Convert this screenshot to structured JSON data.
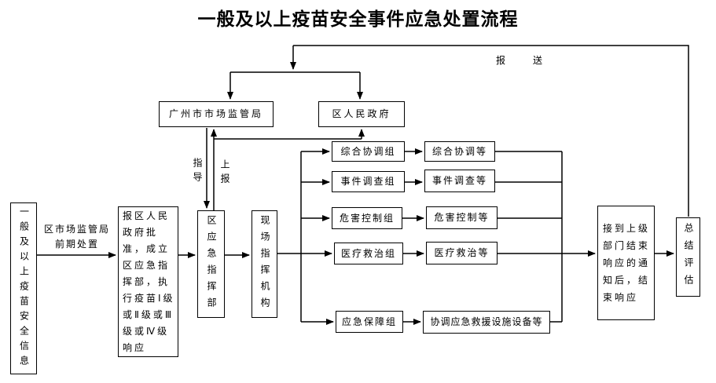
{
  "title": "一般及以上疫苗安全事件应急处置流程",
  "colors": {
    "line": "#000000",
    "background": "#ffffff",
    "text": "#000000"
  },
  "labels": {
    "baosong": "报送",
    "zhidao": "指导",
    "shangbao": "上报",
    "early_line1": "区市场监管局",
    "early_line2": "前期处置"
  },
  "nodes": {
    "info": "一般及以上疫苗安全信息",
    "city_bureau": "广州市市场监管局",
    "district_gov": "区人民政府",
    "approve": "报区人民政府批准，成立区应急指挥部，执行疫苗Ⅰ级或Ⅱ级或Ⅲ级或Ⅳ级响应",
    "district_cmd": "区应急指挥部",
    "scene_cmd": "现场指挥机构",
    "groups": [
      {
        "name": "综合协调组",
        "task": "综合协调等"
      },
      {
        "name": "事件调查组",
        "task": "事件调查等"
      },
      {
        "name": "危害控制组",
        "task": "危害控制等"
      },
      {
        "name": "医疗救治组",
        "task": "医疗救治等"
      },
      {
        "name": "应急保障组",
        "task": "协调应急救援设施设备等"
      }
    ],
    "end_response": "接到上级部门结束响应的通知后，结束响应",
    "summary": "总结评估"
  }
}
